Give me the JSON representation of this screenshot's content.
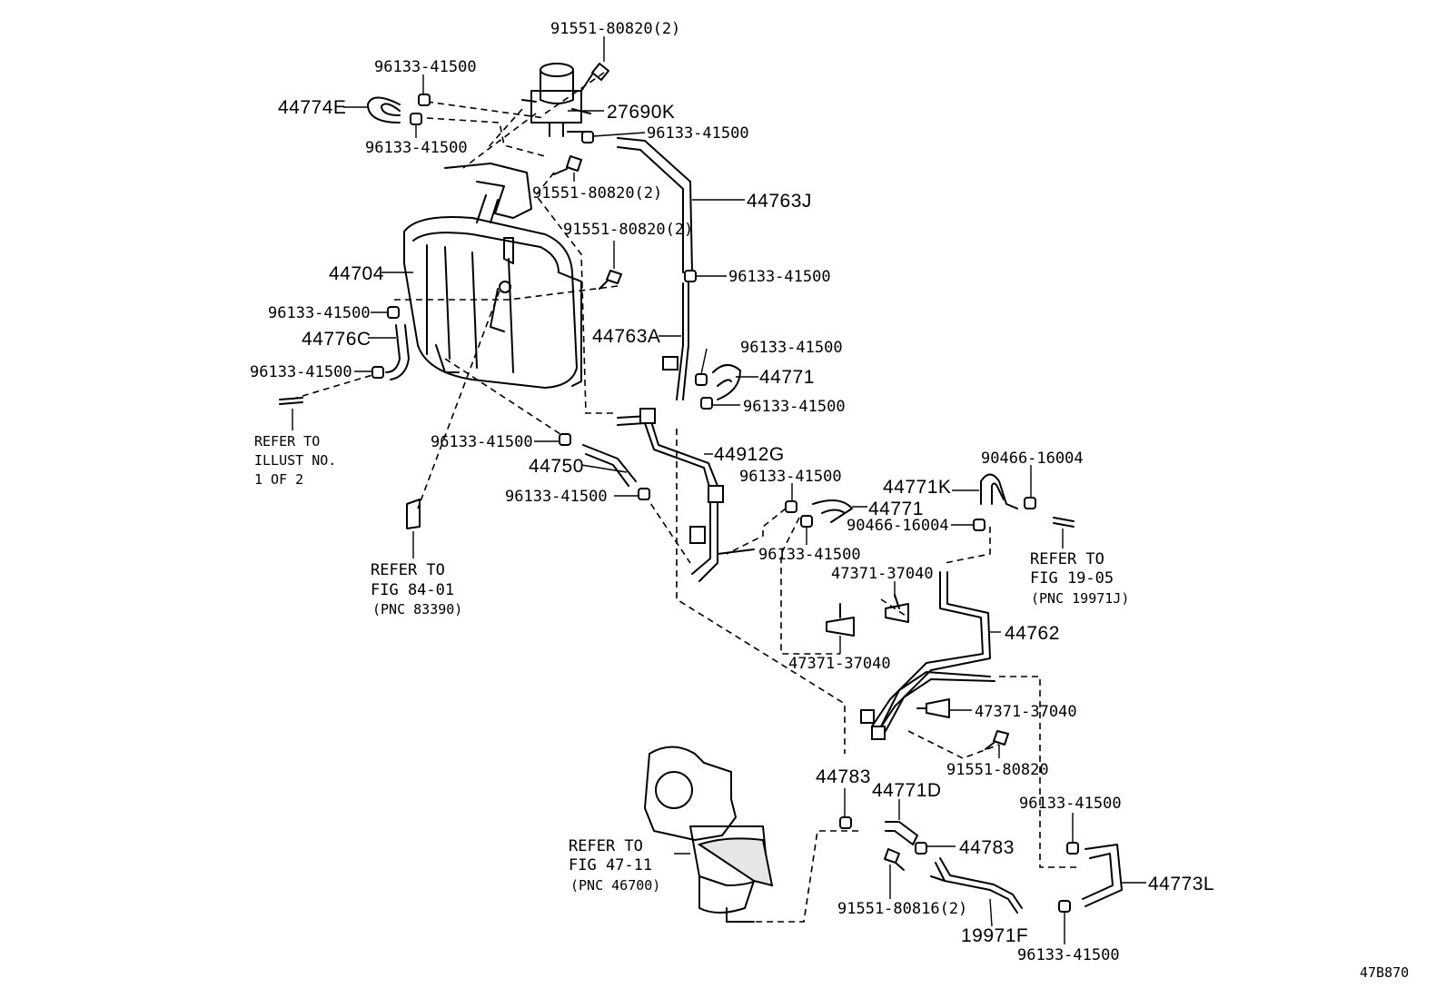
{
  "labels": {
    "p1": "91551-80820(2)",
    "p2": "96133-41500",
    "p3": "44774E",
    "p4": "96133-41500",
    "p5": "27690K",
    "p6": "96133-41500",
    "p7": "91551-80820(2)",
    "p8": "44763J",
    "p9": "91551-80820(2)",
    "p10": "44704",
    "p11": "96133-41500",
    "p12": "96133-41500",
    "p13": "44776C",
    "p14": "96133-41500",
    "p15": "44763A",
    "p16": "96133-41500",
    "p17": "44771",
    "p18": "96133-41500",
    "p19": "96133-41500",
    "p20": "44750",
    "p21": "44912G",
    "p22": "96133-41500",
    "p23": "96133-41500",
    "p24": "44771",
    "p25": "44771K",
    "p26": "90466-16004",
    "p27": "90466-16004",
    "p28": "96133-41500",
    "p29": "47371-37040",
    "p30": "44762",
    "p31": "47371-37040",
    "p32": "47371-37040",
    "p33": "91551-80820",
    "p34": "44783",
    "p35": "44771D",
    "p36": "96133-41500",
    "p37": "44783",
    "p38": "91551-80816(2)",
    "p39": "44773L",
    "p40": "19971F",
    "p41": "96133-41500"
  },
  "refs": {
    "r1": [
      "REFER TO",
      "ILLUST NO.",
      "1 OF 2"
    ],
    "r2": [
      "REFER TO",
      "FIG 84-01",
      "(PNC 83390)"
    ],
    "r3": [
      "REFER TO",
      "FIG 19-05",
      "(PNC 19971J)"
    ],
    "r4": [
      "REFER TO",
      "FIG 47-11",
      "(PNC 46700)"
    ]
  },
  "corner_code": "47B870"
}
